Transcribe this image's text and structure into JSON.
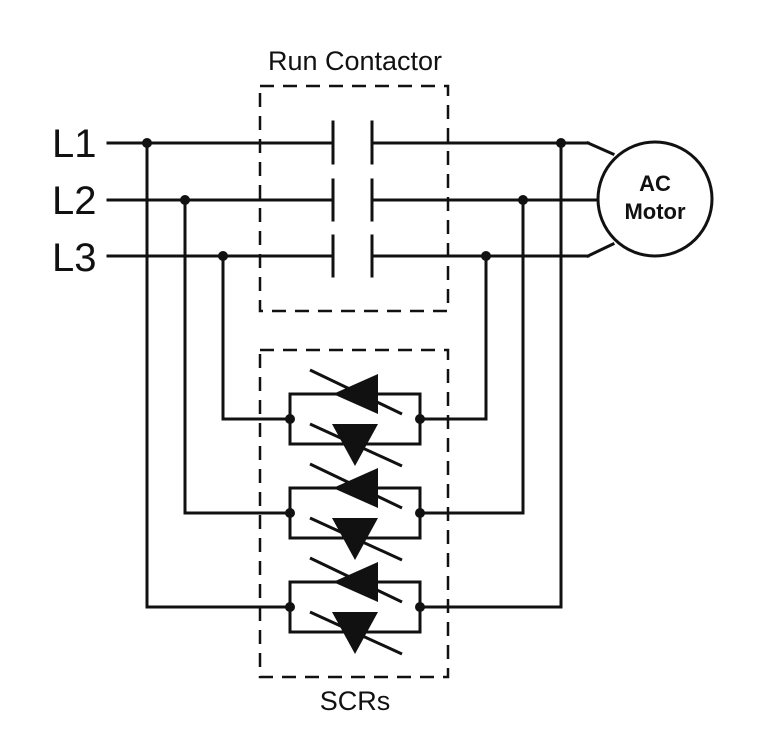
{
  "lines": [
    "L1",
    "L2",
    "L3"
  ],
  "contactor_label": "Run Contactor",
  "scr_label": "SCRs",
  "motor": {
    "line1": "AC",
    "line2": "Motor"
  }
}
